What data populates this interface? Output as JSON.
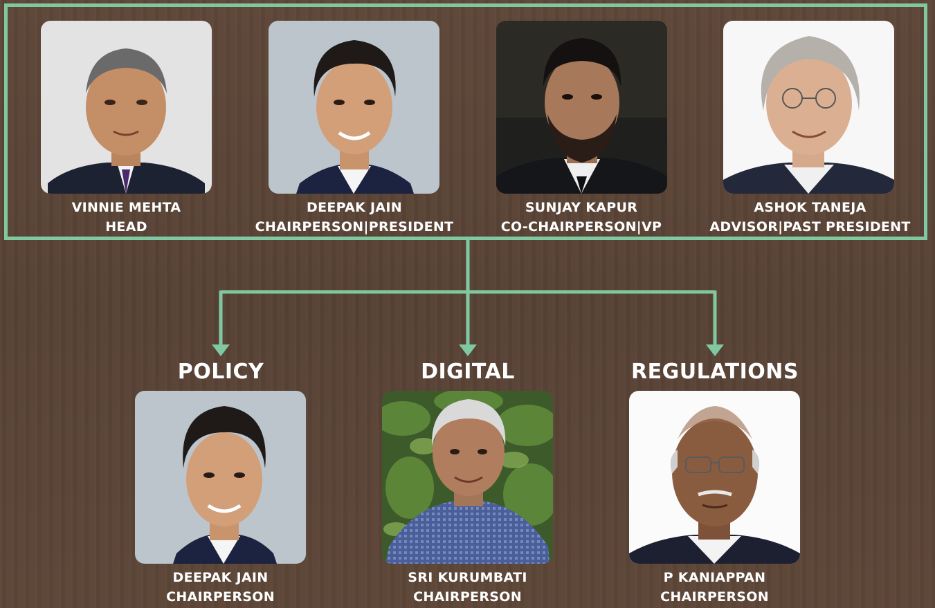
{
  "leadership": [
    {
      "name": "VINNIE MEHTA",
      "role": "HEAD"
    },
    {
      "name": "DEEPAK JAIN",
      "role": "CHAIRPERSON|PRESIDENT"
    },
    {
      "name": "SUNJAY KAPUR",
      "role": "CO-CHAIRPERSON|VP"
    },
    {
      "name": "ASHOK TANEJA",
      "role": "ADVISOR|PAST PRESIDENT"
    }
  ],
  "departments": [
    {
      "title": "POLICY",
      "name": "DEEPAK JAIN",
      "role": "CHAIRPERSON"
    },
    {
      "title": "DIGITAL",
      "name": "SRI KURUMBATI",
      "role": "CHAIRPERSON"
    },
    {
      "title": "REGULATIONS",
      "name": "P KANIAPPAN",
      "role": "CHAIRPERSON"
    }
  ],
  "colors": {
    "accent": "#7fc8a0",
    "background": "#5b4537",
    "text": "#ffffff"
  }
}
